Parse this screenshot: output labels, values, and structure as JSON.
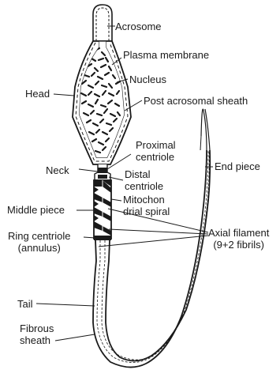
{
  "labels": {
    "acrosome": "Acrosome",
    "plasma_membrane": "Plasma membrane",
    "nucleus": "Nucleus",
    "head": "Head",
    "post_acrosomal_sheath": "Post acrosomal sheath",
    "proximal_centriole": [
      "Proximal",
      "centriole"
    ],
    "distal_centriole": [
      "Distal",
      "centriole"
    ],
    "end_piece": "End piece",
    "neck": "Neck",
    "mitochondrial_spiral": [
      "Mitochon",
      "drial spiral"
    ],
    "middle_piece": "Middle piece",
    "axial_filament": [
      "Axial filament",
      "(9+2 fibrils)"
    ],
    "ring_centriole": [
      "Ring centriole",
      "(annulus)"
    ],
    "tail": "Tail",
    "fibrous_sheath": [
      "Fibrous",
      "sheath"
    ]
  },
  "colors": {
    "ink": "#1a1a1a",
    "background": "#ffffff"
  }
}
